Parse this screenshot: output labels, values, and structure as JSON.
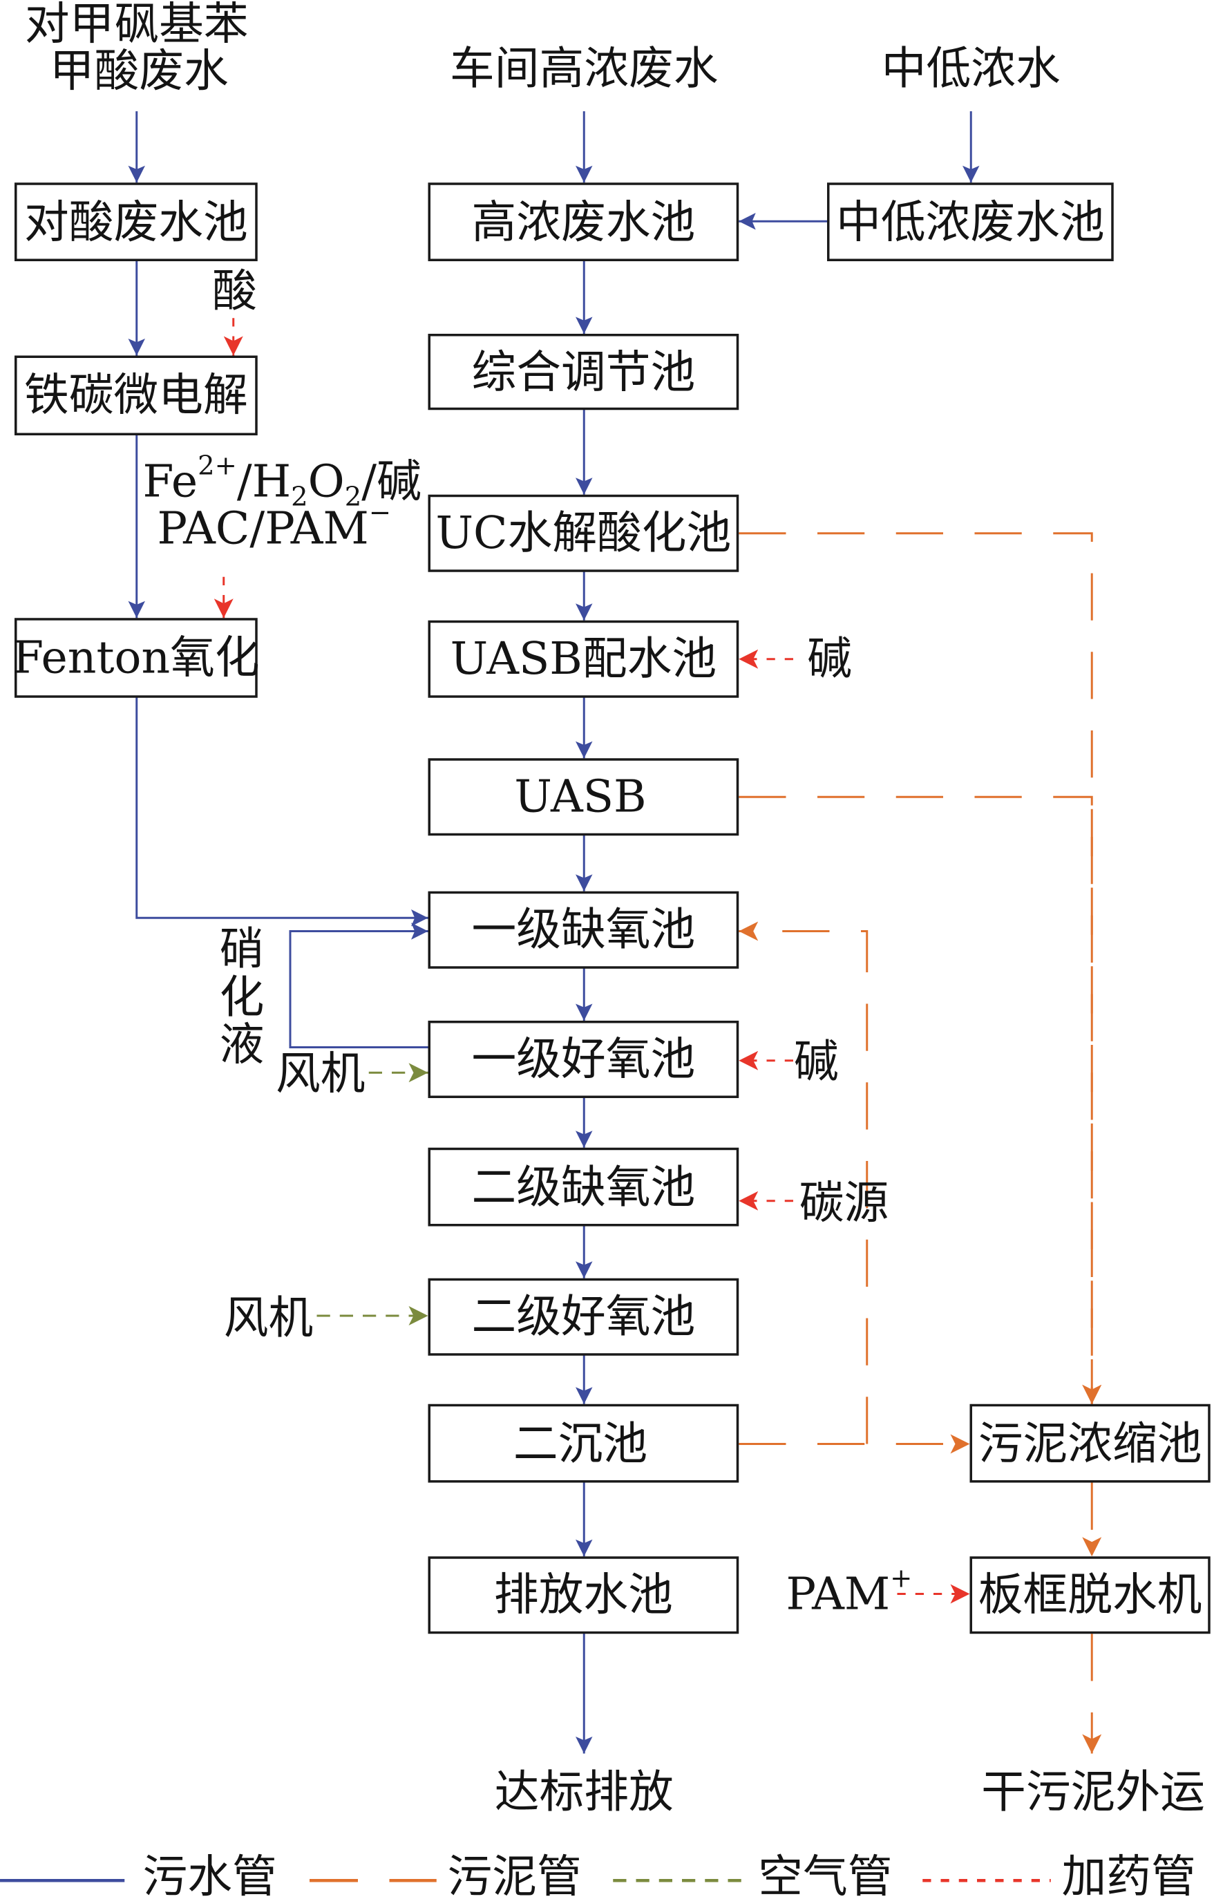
{
  "figure": {
    "kind": "process-flow-diagram",
    "subject": "wastewater treatment process"
  },
  "inputs": {
    "p_tsa_wastewater": [
      "对甲砜基苯",
      "甲酸废水"
    ],
    "workshop_high_conc": "车间高浓废水",
    "mid_low_conc": "中低浓水"
  },
  "units": {
    "acid_tank": "对酸废水池",
    "iron_carbon": "铁碳微电解",
    "fenton": "Fenton氧化",
    "high_conc_tank": "高浓废水池",
    "mid_low_conc_tank": "中低浓废水池",
    "equalization_tank": "综合调节池",
    "uc_hydrolysis": "UC水解酸化池",
    "uasb_distribution": "UASB配水池",
    "uasb": "UASB",
    "anoxic_1": "一级缺氧池",
    "aerobic_1": "一级好氧池",
    "anoxic_2": "二级缺氧池",
    "aerobic_2": "二级好氧池",
    "secondary_clarifier": "二沉池",
    "discharge_tank": "排放水池",
    "sludge_thickener": "污泥浓缩池",
    "plate_frame_press": "板框脱水机"
  },
  "outputs": {
    "effluent": "达标排放",
    "dry_sludge": "干污泥外运"
  },
  "dosing": {
    "acid": "酸",
    "fenton_reagents": {
      "line1": {
        "fe": "Fe",
        "fe_charge": "2+",
        "h": "/H",
        "h_sub": "2",
        "o": "O",
        "o_sub": "2",
        "tail": "/碱"
      },
      "line2": {
        "text": "PAC/PAM",
        "charge": "−"
      }
    },
    "alkali_uasb": "碱",
    "alkali_aerobic": "碱",
    "carbon_source": "碳源",
    "pam_cationic": {
      "text": "PAM",
      "charge": "+"
    }
  },
  "air": {
    "blower_1": "风机",
    "blower_2": "风机"
  },
  "nitrification_return": [
    "硝",
    "化",
    "液"
  ],
  "legend": [
    {
      "label": "污水管",
      "pipe": "sewage",
      "style": "solid"
    },
    {
      "label": "污泥管",
      "pipe": "sludge",
      "style": "long-dash"
    },
    {
      "label": "空气管",
      "pipe": "air",
      "style": "dash"
    },
    {
      "label": "加药管",
      "pipe": "dosing",
      "style": "short-dash"
    }
  ],
  "colors": {
    "sewage": "#3d4c9e",
    "sludge": "#e0712d",
    "air": "#7b8b3e",
    "dosing": "#e8352a",
    "box_border": "#1a1a1a",
    "text": "#141414"
  },
  "flows": [
    {
      "from": "对甲砜基苯甲酸废水",
      "to": "对酸废水池",
      "pipe": "污水管"
    },
    {
      "from": "对酸废水池",
      "to": "铁碳微电解",
      "pipe": "污水管"
    },
    {
      "from": "铁碳微电解",
      "to": "Fenton氧化",
      "pipe": "污水管"
    },
    {
      "from": "Fenton氧化",
      "to": "一级缺氧池",
      "pipe": "污水管"
    },
    {
      "from": "车间高浓废水",
      "to": "高浓废水池",
      "pipe": "污水管"
    },
    {
      "from": "中低浓水",
      "to": "中低浓废水池",
      "pipe": "污水管"
    },
    {
      "from": "中低浓废水池",
      "to": "高浓废水池",
      "pipe": "污水管"
    },
    {
      "from": "高浓废水池",
      "to": "综合调节池",
      "pipe": "污水管"
    },
    {
      "from": "综合调节池",
      "to": "UC水解酸化池",
      "pipe": "污水管"
    },
    {
      "from": "UC水解酸化池",
      "to": "UASB配水池",
      "pipe": "污水管"
    },
    {
      "from": "UASB配水池",
      "to": "UASB",
      "pipe": "污水管"
    },
    {
      "from": "UASB",
      "to": "一级缺氧池",
      "pipe": "污水管"
    },
    {
      "from": "一级缺氧池",
      "to": "一级好氧池",
      "pipe": "污水管"
    },
    {
      "from": "一级好氧池",
      "to": "一级缺氧池",
      "pipe": "污水管",
      "label": "硝化液"
    },
    {
      "from": "一级好氧池",
      "to": "二级缺氧池",
      "pipe": "污水管"
    },
    {
      "from": "二级缺氧池",
      "to": "二级好氧池",
      "pipe": "污水管"
    },
    {
      "from": "二级好氧池",
      "to": "二沉池",
      "pipe": "污水管"
    },
    {
      "from": "二沉池",
      "to": "排放水池",
      "pipe": "污水管"
    },
    {
      "from": "排放水池",
      "to": "达标排放",
      "pipe": "污水管"
    },
    {
      "from": "UC水解酸化池",
      "to": "污泥浓缩池",
      "pipe": "污泥管"
    },
    {
      "from": "UASB",
      "to": "污泥浓缩池",
      "pipe": "污泥管"
    },
    {
      "from": "二沉池",
      "to": "污泥浓缩池",
      "pipe": "污泥管"
    },
    {
      "from": "二沉池",
      "to": "一级缺氧池",
      "pipe": "污泥管"
    },
    {
      "from": "污泥浓缩池",
      "to": "板框脱水机",
      "pipe": "污泥管"
    },
    {
      "from": "板框脱水机",
      "to": "干污泥外运",
      "pipe": "污泥管"
    },
    {
      "from": "风机",
      "to": "一级好氧池",
      "pipe": "空气管"
    },
    {
      "from": "风机",
      "to": "二级好氧池",
      "pipe": "空气管"
    },
    {
      "from": "酸",
      "to": "铁碳微电解",
      "pipe": "加药管"
    },
    {
      "from": "Fe2+/H2O2/碱, PAC/PAM−",
      "to": "Fenton氧化",
      "pipe": "加药管"
    },
    {
      "from": "碱",
      "to": "UASB配水池",
      "pipe": "加药管"
    },
    {
      "from": "碱",
      "to": "一级好氧池",
      "pipe": "加药管"
    },
    {
      "from": "碳源",
      "to": "二级缺氧池",
      "pipe": "加药管"
    },
    {
      "from": "PAM+",
      "to": "板框脱水机",
      "pipe": "加药管"
    }
  ]
}
